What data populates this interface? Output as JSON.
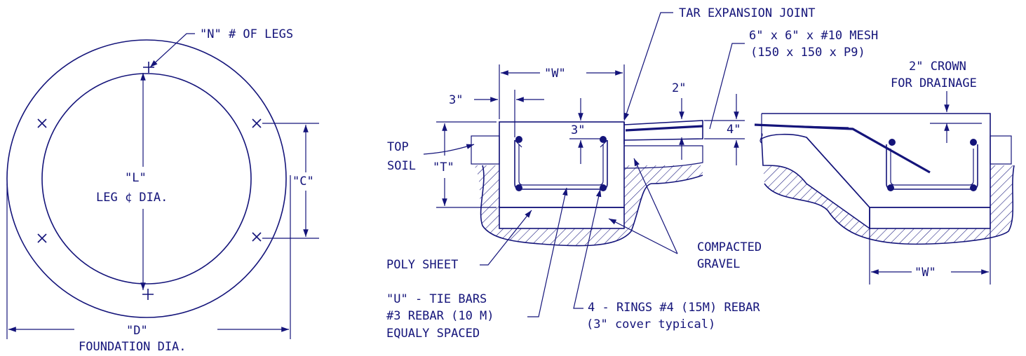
{
  "colors": {
    "ink": "#14147a",
    "background": "#ffffff"
  },
  "plan": {
    "legs_label": "\"N\" # OF LEGS",
    "leg_dia_label": "\"L\"",
    "leg_dia_text": "LEG ¢ DIA.",
    "c_label": "\"C\"",
    "d_label": "\"D\"",
    "foundation_text": "FOUNDATION DIA."
  },
  "section": {
    "tar_joint": "TAR EXPANSION JOINT",
    "mesh_line1": "6\" x 6\" x #10 MESH",
    "mesh_line2": "(150 x 150 x P9)",
    "crown_line1": "2\" CROWN",
    "crown_line2": "FOR DRAINAGE",
    "w_label_top": "\"W\"",
    "dim_3_left": "3\"",
    "dim_3_inner": "3\"",
    "dim_2": "2\"",
    "dim_4": "4\"",
    "top_soil_line1": "TOP",
    "top_soil_line2": "SOIL",
    "t_label": "\"T\"",
    "poly_sheet": "POLY SHEET",
    "compacted_line1": "COMPACTED",
    "compacted_line2": "GRAVEL",
    "u_bars_line1": "\"U\" - TIE BARS",
    "u_bars_line2": "#3 REBAR (10 M)",
    "u_bars_line3": "EQUALY SPACED",
    "rings_line1": "4 - RINGS #4 (15M) REBAR",
    "rings_line2": "(3\" cover typical)",
    "w_label_bottom": "\"W\""
  }
}
